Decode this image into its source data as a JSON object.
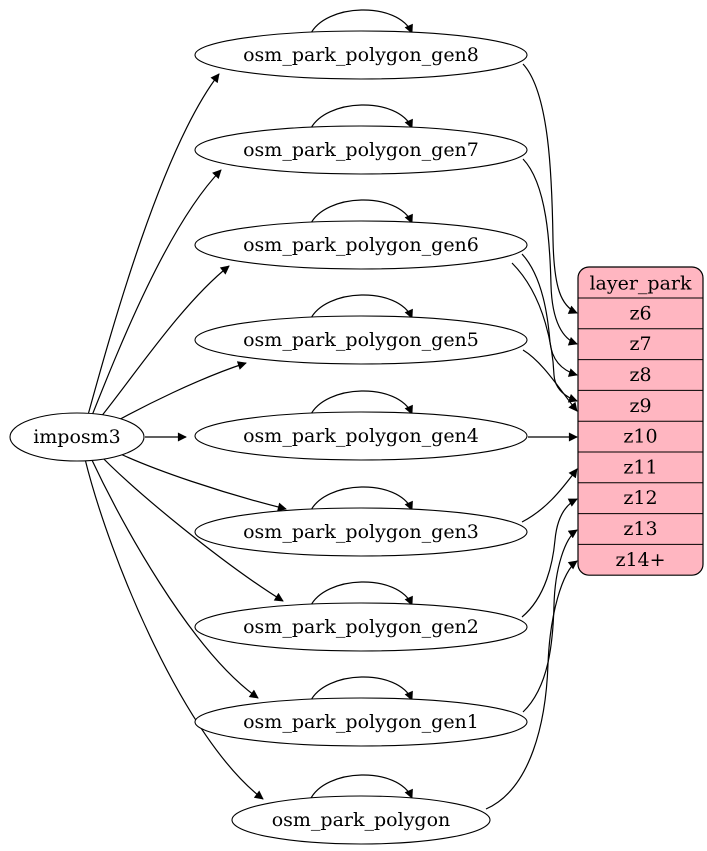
{
  "diagram": {
    "kind": "etl-graph",
    "background": "#ffffff",
    "edge_color": "#000000",
    "source_node": {
      "id": "imposm3",
      "label": "imposm3"
    },
    "table_nodes": [
      {
        "id": "osm_park_polygon_gen8",
        "label": "osm_park_polygon_gen8"
      },
      {
        "id": "osm_park_polygon_gen7",
        "label": "osm_park_polygon_gen7"
      },
      {
        "id": "osm_park_polygon_gen6",
        "label": "osm_park_polygon_gen6"
      },
      {
        "id": "osm_park_polygon_gen5",
        "label": "osm_park_polygon_gen5"
      },
      {
        "id": "osm_park_polygon_gen4",
        "label": "osm_park_polygon_gen4"
      },
      {
        "id": "osm_park_polygon_gen3",
        "label": "osm_park_polygon_gen3"
      },
      {
        "id": "osm_park_polygon_gen2",
        "label": "osm_park_polygon_gen2"
      },
      {
        "id": "osm_park_polygon_gen1",
        "label": "osm_park_polygon_gen1"
      },
      {
        "id": "osm_park_polygon",
        "label": "osm_park_polygon"
      }
    ],
    "record_node": {
      "id": "layer_park",
      "title": "layer_park",
      "rows": [
        "z6",
        "z7",
        "z8",
        "z9",
        "z10",
        "z11",
        "z12",
        "z13",
        "z14+"
      ],
      "fill": "#ffb6c1",
      "border": "#000000"
    },
    "edges": {
      "from_source": [
        "osm_park_polygon_gen8",
        "osm_park_polygon_gen7",
        "osm_park_polygon_gen6",
        "osm_park_polygon_gen5",
        "osm_park_polygon_gen4",
        "osm_park_polygon_gen3",
        "osm_park_polygon_gen2",
        "osm_park_polygon_gen1",
        "osm_park_polygon"
      ],
      "self_loops": [
        "osm_park_polygon_gen8",
        "osm_park_polygon_gen7",
        "osm_park_polygon_gen6",
        "osm_park_polygon_gen5",
        "osm_park_polygon_gen4",
        "osm_park_polygon_gen3",
        "osm_park_polygon_gen2",
        "osm_park_polygon_gen1",
        "osm_park_polygon"
      ],
      "to_record": [
        {
          "from": "osm_park_polygon_gen8",
          "row": "z6"
        },
        {
          "from": "osm_park_polygon_gen7",
          "row": "z7"
        },
        {
          "from": "osm_park_polygon_gen6",
          "row": "z8"
        },
        {
          "from": "osm_park_polygon_gen6",
          "row": "z9"
        },
        {
          "from": "osm_park_polygon_gen5",
          "row": "z9"
        },
        {
          "from": "osm_park_polygon_gen4",
          "row": "z10"
        },
        {
          "from": "osm_park_polygon_gen3",
          "row": "z11"
        },
        {
          "from": "osm_park_polygon_gen2",
          "row": "z12"
        },
        {
          "from": "osm_park_polygon_gen1",
          "row": "z13"
        },
        {
          "from": "osm_park_polygon",
          "row": "z14+"
        }
      ]
    }
  }
}
